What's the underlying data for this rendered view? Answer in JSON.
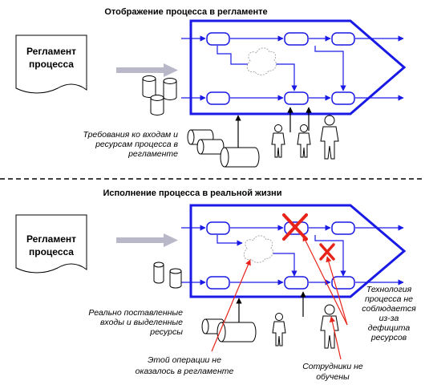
{
  "top": {
    "title": "Отображение процесса в регламенте",
    "document": [
      "Регламент",
      "процесса"
    ],
    "caption": [
      "Требования ко входам и",
      "ресурсам процесса в",
      "регламенте"
    ]
  },
  "bottom": {
    "title": "Исполнение процесса в реальной жизни",
    "document": [
      "Регламент",
      "процесса"
    ],
    "inputs_note": [
      "Реально поставленные",
      "входы и выделенные",
      "ресурсы"
    ],
    "technology_note": [
      "Технология",
      "процесса не",
      "соблюдается",
      "из-за",
      "дефицита",
      "ресурсов"
    ],
    "operation_note": [
      "Этой операции не",
      "оказалось в регламенте"
    ],
    "staff_note": [
      "Сотрудники не",
      "обучены"
    ]
  },
  "colors": {
    "process_blue": "#1a1ae6",
    "error_red": "#e8231a",
    "arrow_gray": "#b8b8c8",
    "divider": "#000000"
  }
}
